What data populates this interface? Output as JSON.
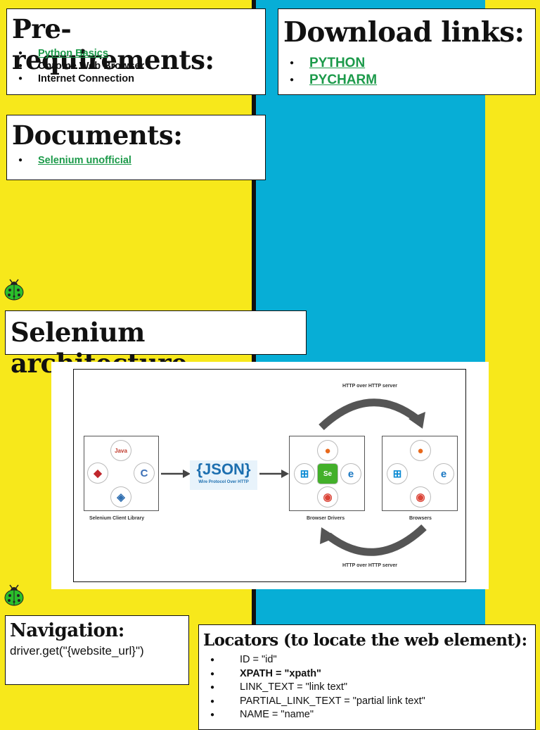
{
  "pre": {
    "title": "Pre-requirements:",
    "items": [
      "Python Basics",
      "Chrome Web Browser",
      "Internet Connection"
    ]
  },
  "downloads": {
    "title": "Download links:",
    "items": [
      "PYTHON",
      "PYCHARM"
    ]
  },
  "documents": {
    "title": "Documents:",
    "items": [
      "Selenium unofficial"
    ]
  },
  "architecture": {
    "title": "Selenium architecture",
    "diagram": {
      "http_top": "HTTP over HTTP server",
      "http_bottom": "HTTP over HTTP server",
      "client_label": "Selenium Client Library",
      "json_text": "{JSON}",
      "json_sub": "Wire Protocol Over HTTP",
      "drivers_label": "Browser Drivers",
      "browsers_label": "Browsers",
      "java_text": "Java"
    }
  },
  "navigation": {
    "title": "Navigation:",
    "code": "driver.get(\"{website_url}\")"
  },
  "locators": {
    "title": "Locators (to locate the web element):",
    "items": [
      "ID = \"id\"",
      "XPATH = \"xpath\"",
      "LINK_TEXT = \"link text\"",
      "PARTIAL_LINK_TEXT = \"partial link text\"",
      "NAME = \"name\""
    ]
  },
  "colors": {
    "background": "#f7e81b",
    "accent_blue": "#07aed6",
    "link_green": "#1c9a4a"
  },
  "icons": [
    "ladybug-icon",
    "java-icon",
    "ruby-icon",
    "csharp-icon",
    "python-icon",
    "firefox-icon",
    "windows-icon",
    "selenium-icon",
    "edge-icon",
    "chrome-icon"
  ]
}
